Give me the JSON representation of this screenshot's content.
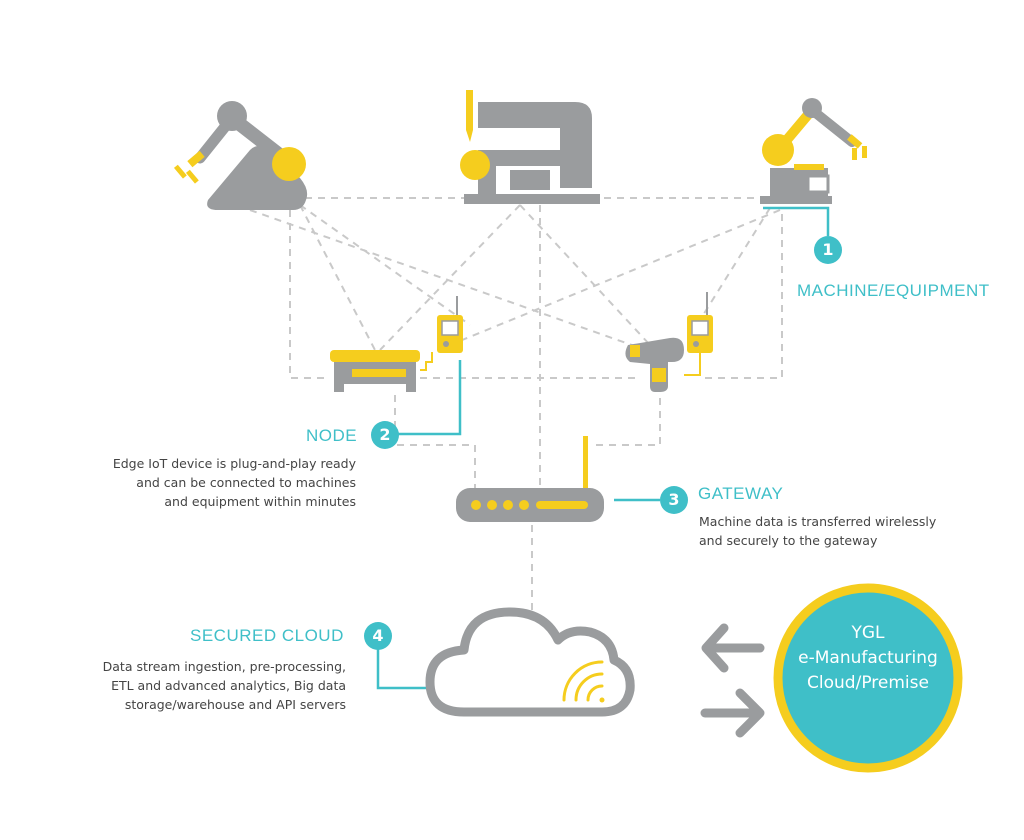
{
  "steps": [
    {
      "number": "1",
      "title": "MACHINE/EQUIPMENT",
      "description": []
    },
    {
      "number": "2",
      "title": "NODE",
      "description": [
        "Edge IoT device is plug-and-play ready",
        "and can be connected to machines",
        "and equipment within minutes"
      ]
    },
    {
      "number": "3",
      "title": "GATEWAY",
      "description": [
        "Machine data is transferred wirelessly",
        "and securely to the gateway"
      ]
    },
    {
      "number": "4",
      "title": "SECURED CLOUD",
      "description": [
        "Data stream ingestion, pre-processing,",
        "ETL and advanced analytics, Big data",
        "storage/warehouse and API servers"
      ]
    }
  ],
  "destination": {
    "lines": [
      "YGL",
      "e-Manufacturing",
      "Cloud/Premise"
    ]
  },
  "colors": {
    "gray": "#9a9c9e",
    "yellow": "#f5cd1e",
    "teal": "#3fbfc8",
    "dash": "#c9c9c9",
    "text": "#444444"
  },
  "icons": [
    "robot-arm-icon",
    "press-machine-icon",
    "robot-arm-small-icon",
    "node-device-icon",
    "barcode-scanner-icon",
    "router-gateway-icon",
    "cloud-icon",
    "arrow-left-icon",
    "arrow-right-icon"
  ]
}
